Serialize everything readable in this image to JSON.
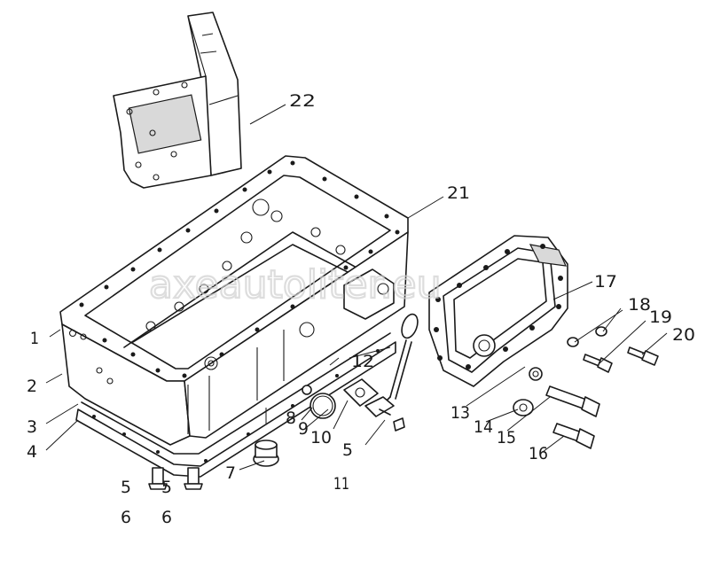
{
  "diagram": {
    "watermark": "axeautoliter.eu",
    "callouts": [
      "1",
      "2",
      "3",
      "4",
      "5",
      "6",
      "5",
      "6",
      "7",
      "8",
      "9",
      "10",
      "5",
      "11",
      "12",
      "13",
      "14",
      "15",
      "16",
      "17",
      "18",
      "19",
      "20",
      "21",
      "22"
    ]
  }
}
